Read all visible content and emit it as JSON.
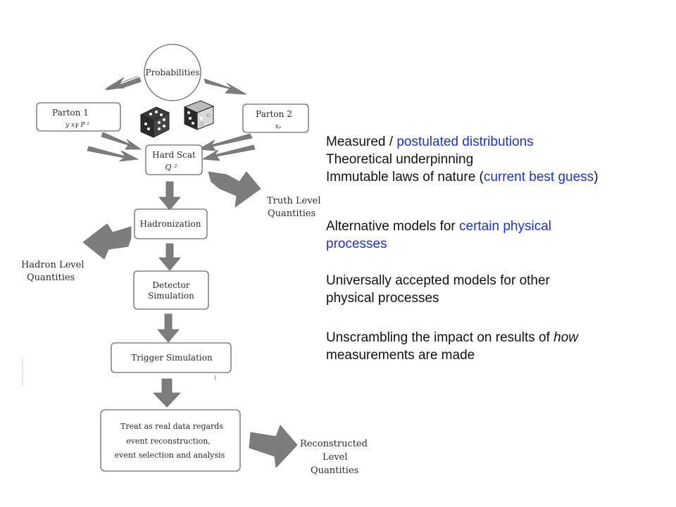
{
  "diagram": {
    "probabilities": "Probabilities",
    "parton1": {
      "title": "Parton 1",
      "vars": "y   xγ   P ²"
    },
    "parton2": {
      "title": "Parton 2",
      "vars": "xₚ"
    },
    "hard_scat": {
      "title": "Hard Scat",
      "sub": "Q ²"
    },
    "hadronization": "Hadronization",
    "detector_simulation": [
      "Detector",
      "Simulation"
    ],
    "trigger_simulation": "Trigger Simulation",
    "reconstruction": [
      "Treat as real data regards",
      "event reconstruction,",
      "event selection and analysis"
    ],
    "truth_level": [
      "Truth Level",
      "Quantities"
    ],
    "hadron_level": [
      "Hadron Level",
      "Quantities"
    ],
    "reconstructed_level": [
      "Reconstructed",
      "Level",
      "Quantities"
    ]
  },
  "annotations": {
    "group1": {
      "line1_black": "Measured / ",
      "line1_blue": "postulated distributions",
      "line2": "Theoretical underpinning",
      "line3_black_a": "Immutable laws of nature (",
      "line3_blue": "current best guess",
      "line3_black_b": ")"
    },
    "group2": {
      "line1_black": "Alternative models for ",
      "line1_blue": "certain physical",
      "line2_blue": "processes"
    },
    "group3": {
      "line1": "Universally accepted models for other",
      "line2": "physical processes"
    },
    "group4": {
      "line1_black": "Unscrambling the impact on results of ",
      "line1_italic": "how",
      "line2": "measurements are made"
    }
  },
  "colors": {
    "highlight": "#1a33cc",
    "text": "#111111",
    "arrow": "#7d7d7d"
  },
  "icons": [
    "dice-icon"
  ]
}
